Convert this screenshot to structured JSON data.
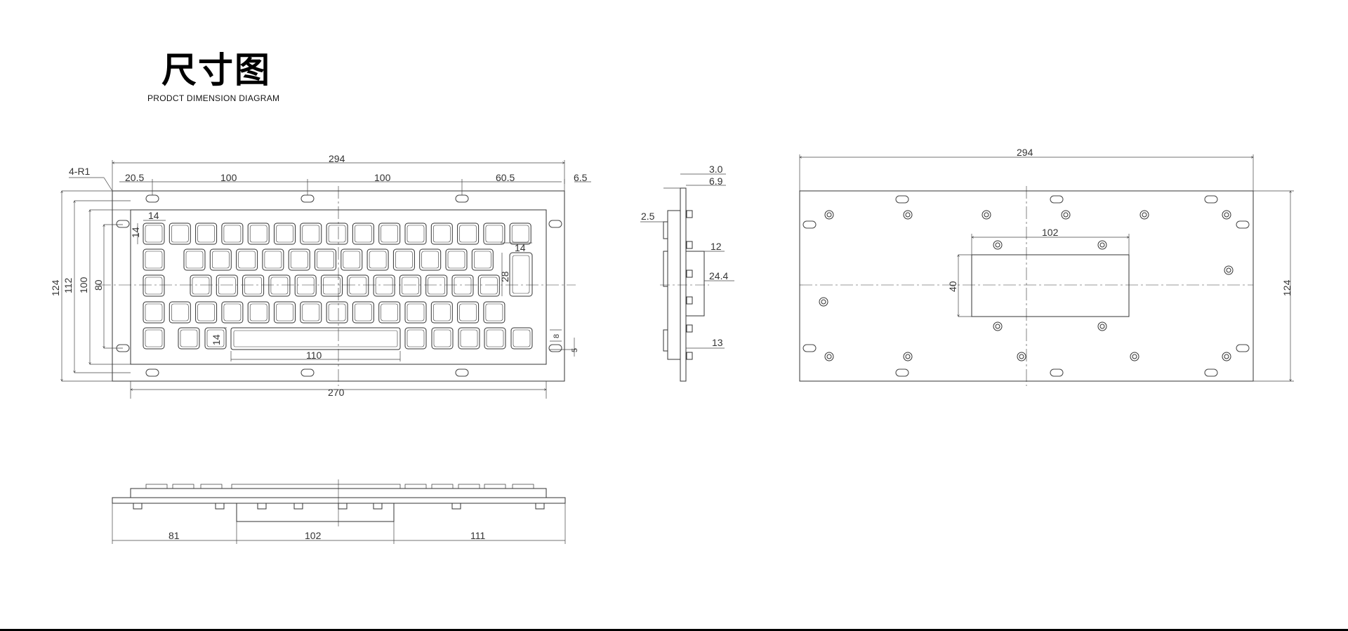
{
  "header": {
    "title": "尺寸图",
    "subtitle": "PRODCT DIMENSION DIAGRAM"
  },
  "front_view": {
    "overall_width": "294",
    "hole_pitch_left": "20.5",
    "hole_pitch_1": "100",
    "hole_pitch_2": "100",
    "hole_pitch_right": "60.5",
    "right_margin": "6.5",
    "corner_radius": "4-R1",
    "height_overall": "124",
    "height_112": "112",
    "height_100": "100",
    "height_80": "80",
    "key_size": "14",
    "key_size_side": "14",
    "enter_width": "14",
    "enter_height": "28",
    "shift_key": "14",
    "spacebar": "110",
    "key_gap": "8",
    "key_edge": "5",
    "inner_width": "270"
  },
  "side_view": {
    "d_3_0": "3.0",
    "d_6_9": "6.9",
    "d_2_5": "2.5",
    "d_12": "12",
    "d_24_4": "24.4",
    "d_13": "13"
  },
  "rear_view": {
    "width": "294",
    "height": "124",
    "box_width": "102",
    "box_height": "40"
  },
  "bottom_view": {
    "d_81": "81",
    "d_102": "102",
    "d_111": "111"
  }
}
